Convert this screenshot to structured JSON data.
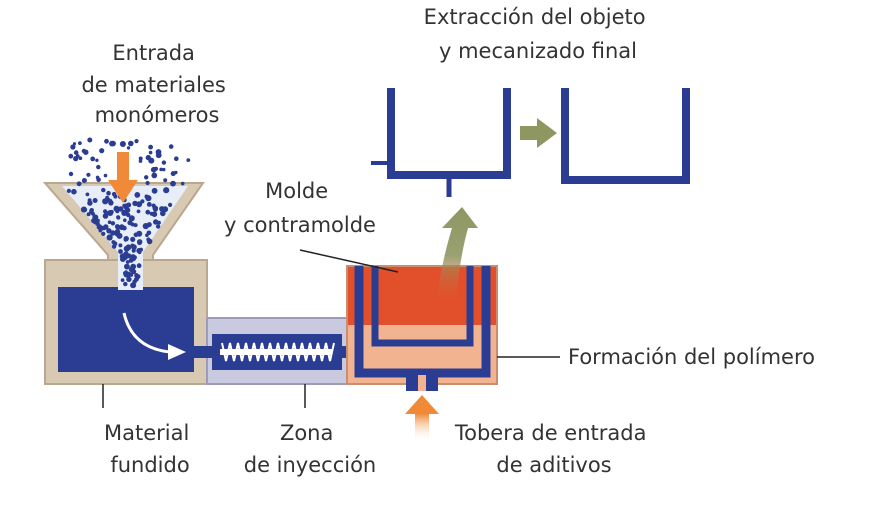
{
  "labels": {
    "entrada": [
      "Entrada",
      "de materiales",
      "monómeros"
    ],
    "extraccion": [
      "Extracción del objeto",
      "y mecanizado final"
    ],
    "molde": [
      "Molde",
      "y contramolde"
    ],
    "formacion": "Formación del polímero",
    "material": [
      "Material",
      "fundido"
    ],
    "zona": [
      "Zona",
      "de inyección"
    ],
    "tobera": [
      "Tobera de entrada",
      "de aditivos"
    ]
  },
  "colors": {
    "beige": "#D8C9B3",
    "beige_dark": "#B9A88F",
    "navy": "#2B3C93",
    "lavender": "#C9C9DF",
    "red_mold": "#E1502A",
    "salmon": "#F2B391",
    "orange_arrow": "#F08A38",
    "olive_arrow": "#8E9662",
    "label_text": "#333333",
    "leader_line": "#222222"
  }
}
